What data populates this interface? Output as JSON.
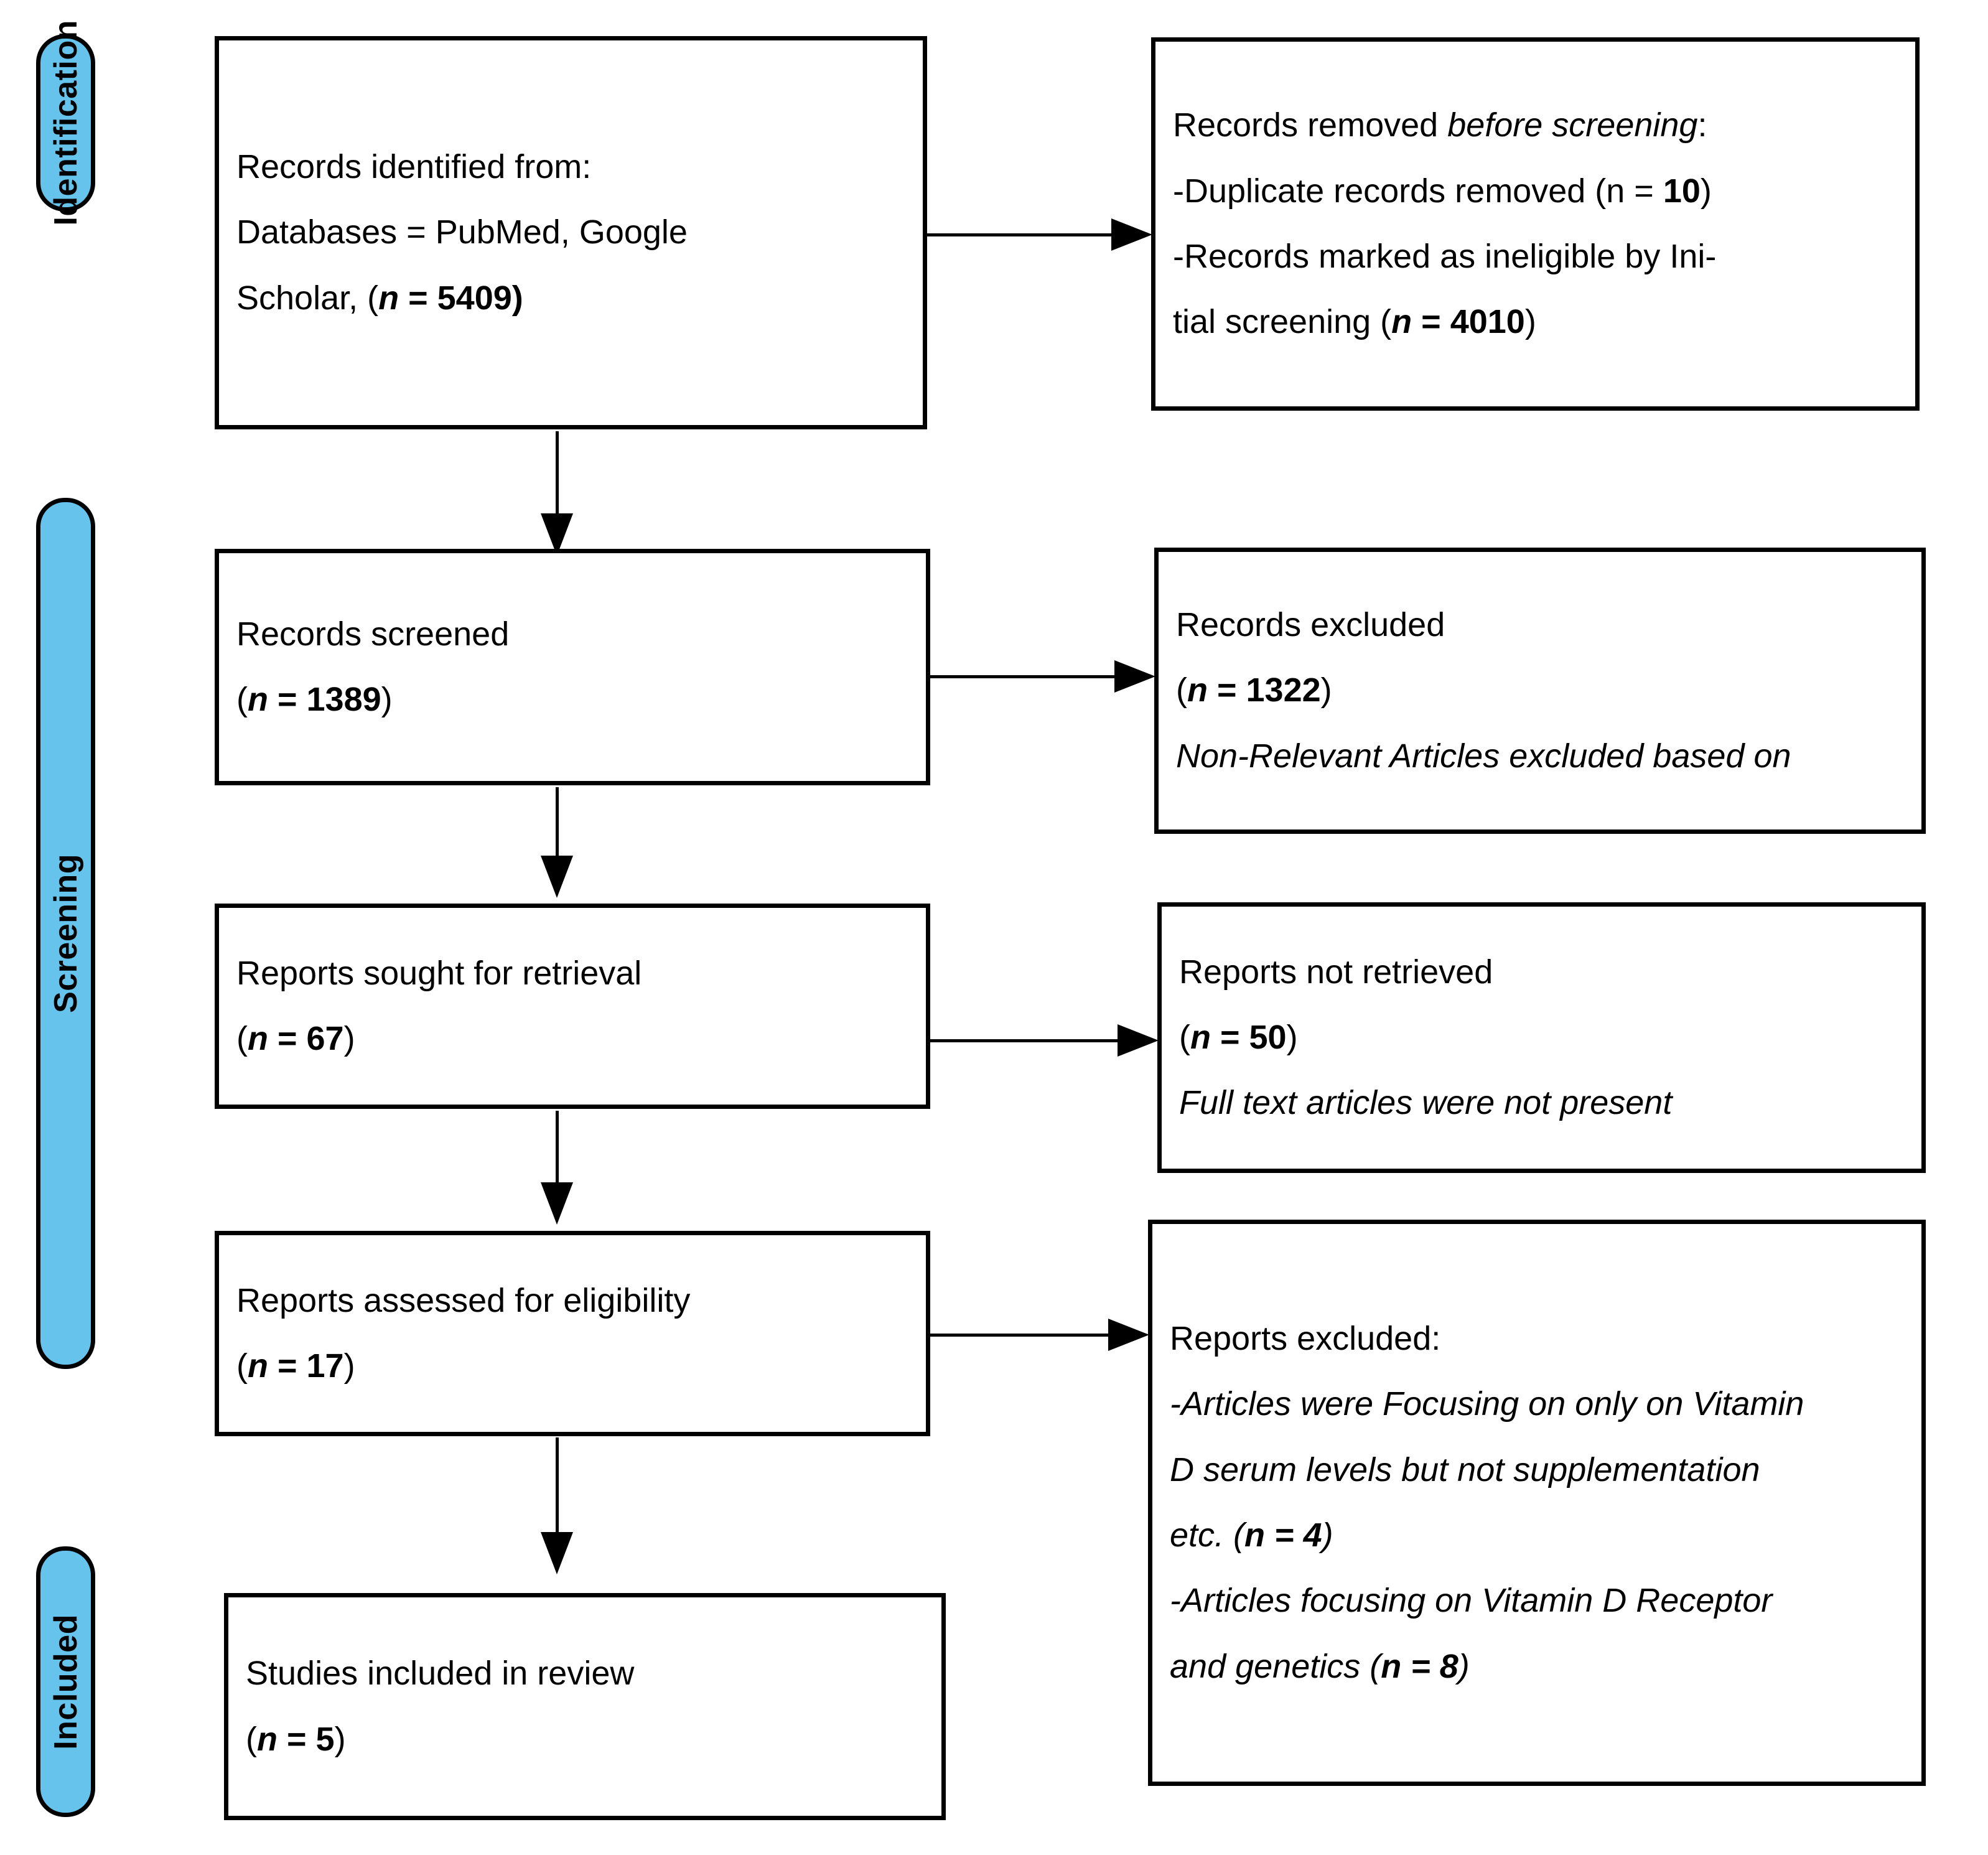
{
  "diagram": {
    "title": "PRISMA 2020 flow diagram",
    "accent_color": "#66C3EC",
    "line_color": "#000000",
    "box_fill": "#FFFFFF"
  },
  "stages": [
    {
      "id": "identification",
      "label": "Identification"
    },
    {
      "id": "screening",
      "label": "Screening"
    },
    {
      "id": "included",
      "label": "Included"
    }
  ],
  "boxes": {
    "records_identified": {
      "line1": "Records identified from:",
      "line2": "Databases  =  PubMed,  Google",
      "line3_prefix": "Scholar, (",
      "line3_n": "n",
      "line3_value": " = 5409)"
    },
    "records_removed": {
      "line1_plain": "Records removed ",
      "line1_italic": "before screening",
      "line1_suffix": ":",
      "line2_prefix": "-Duplicate records removed (n = ",
      "line2_value": "10",
      "line2_suffix": ")",
      "line3": "-Records marked as ineligible by Ini-",
      "line4_prefix": "tial screening (",
      "line4_n": "n",
      "line4_value": " = 4010",
      "line4_suffix": ")"
    },
    "records_screened": {
      "line1": "Records screened",
      "line2_n": "n",
      "line2_value": " = 1389"
    },
    "records_excluded": {
      "line1": "Records excluded",
      "line2_n": "n",
      "line2_value": " = 1322",
      "line3": "Non-Relevant Articles excluded based on"
    },
    "reports_sought": {
      "line1": "Reports sought for retrieval",
      "line2_n": "n",
      "line2_value": " = 67"
    },
    "reports_not_retrieved": {
      "line1": "Reports not retrieved",
      "line2_n": "n",
      "line2_value": " = 50",
      "line3": "Full text articles were not present"
    },
    "reports_assessed": {
      "line1": "Reports assessed for eligibility",
      "line2_n": "n",
      "line2_value": " = 17"
    },
    "reports_excluded": {
      "line1": "Reports excluded:",
      "line2": "-Articles were Focusing on only on Vitamin",
      "line3": "D serum levels but not supplementation",
      "line4_prefix": "etc. (",
      "line4_n": "n",
      "line4_value": " = 4",
      "line4_suffix": ")",
      "line5": "-Articles focusing on Vitamin D Receptor",
      "line6_prefix": "and genetics (",
      "line6_n": "n",
      "line6_value": " = 8",
      "line6_suffix": ")"
    },
    "studies_included": {
      "line1": "Studies included in review",
      "line2_n": "n",
      "line2_value": " = 5"
    }
  },
  "chart_data": {
    "type": "diagram",
    "title": "PRISMA 2020 flow diagram",
    "nodes": [
      {
        "id": "records_identified",
        "stage": "Identification",
        "label": "Records identified from: Databases = PubMed, Google Scholar",
        "n": 5409
      },
      {
        "id": "records_removed",
        "stage": "Identification",
        "label": "Records removed before screening",
        "items": [
          {
            "label": "Duplicate records removed",
            "n": 10
          },
          {
            "label": "Records marked as ineligible by Initial screening",
            "n": 4010
          }
        ]
      },
      {
        "id": "records_screened",
        "stage": "Screening",
        "label": "Records screened",
        "n": 1389
      },
      {
        "id": "records_excluded",
        "stage": "Screening",
        "label": "Records excluded",
        "n": 1322,
        "note": "Non-Relevant Articles excluded based on"
      },
      {
        "id": "reports_sought",
        "stage": "Screening",
        "label": "Reports sought for retrieval",
        "n": 67
      },
      {
        "id": "reports_not_retrieved",
        "stage": "Screening",
        "label": "Reports not retrieved",
        "n": 50,
        "note": "Full text articles were not present"
      },
      {
        "id": "reports_assessed",
        "stage": "Screening",
        "label": "Reports assessed for eligibility",
        "n": 17
      },
      {
        "id": "reports_excluded",
        "stage": "Screening",
        "label": "Reports excluded",
        "items": [
          {
            "label": "Articles were Focusing on only on Vitamin D serum levels but not supplementation etc.",
            "n": 4
          },
          {
            "label": "Articles focusing on Vitamin D Receptor and genetics",
            "n": 8
          }
        ]
      },
      {
        "id": "studies_included",
        "stage": "Included",
        "label": "Studies included in review",
        "n": 5
      }
    ],
    "edges": [
      {
        "from": "records_identified",
        "to": "records_removed",
        "direction": "right"
      },
      {
        "from": "records_identified",
        "to": "records_screened",
        "direction": "down"
      },
      {
        "from": "records_screened",
        "to": "records_excluded",
        "direction": "right"
      },
      {
        "from": "records_screened",
        "to": "reports_sought",
        "direction": "down"
      },
      {
        "from": "reports_sought",
        "to": "reports_not_retrieved",
        "direction": "right"
      },
      {
        "from": "reports_sought",
        "to": "reports_assessed",
        "direction": "down"
      },
      {
        "from": "reports_assessed",
        "to": "reports_excluded",
        "direction": "right"
      },
      {
        "from": "reports_assessed",
        "to": "studies_included",
        "direction": "down"
      }
    ]
  }
}
